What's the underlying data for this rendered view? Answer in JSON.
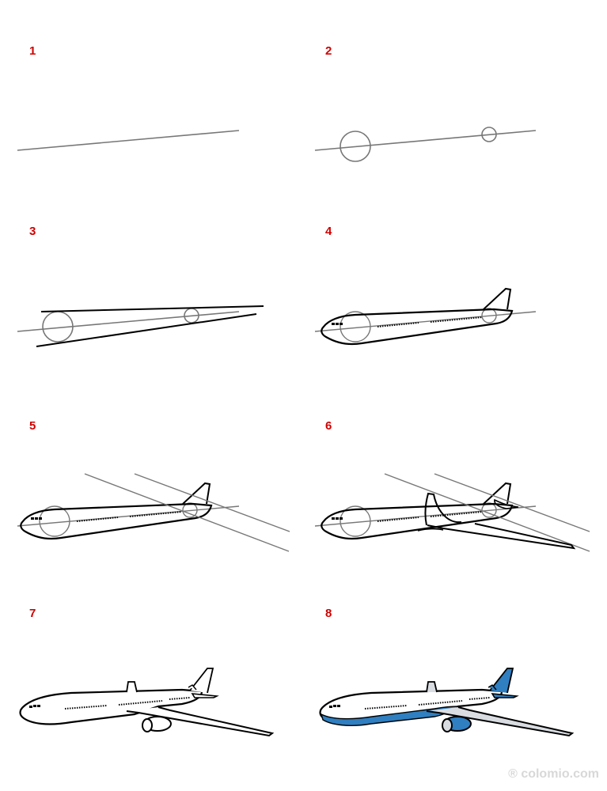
{
  "steps": [
    {
      "number": "1",
      "label": "Draw a slanted guide line"
    },
    {
      "number": "2",
      "label": "Add two circles on the line"
    },
    {
      "number": "3",
      "label": "Draw tapering fuselage lines"
    },
    {
      "number": "4",
      "label": "Outline fuselage, nose, cockpit windows and tail fin"
    },
    {
      "number": "5",
      "label": "Add wing guide lines"
    },
    {
      "number": "6",
      "label": "Draw wing and horizontal stabilizer"
    },
    {
      "number": "7",
      "label": "Finalize outline with engine and windows"
    },
    {
      "number": "8",
      "label": "Color the airplane"
    }
  ],
  "colors": {
    "step_number": "#d00000",
    "guide_line": "#777777",
    "outline": "#000000",
    "livery_blue": "#2f7fc1",
    "wing_gray": "#d9dde2",
    "watermark": "#d8d8d8"
  },
  "watermark": "® colomio.com"
}
